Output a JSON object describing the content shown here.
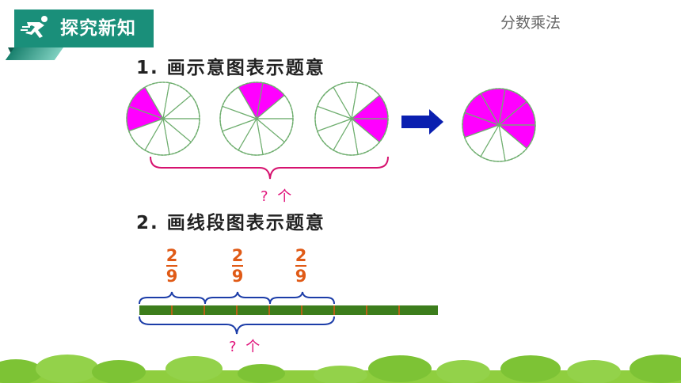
{
  "header": {
    "banner_title": "探究新知",
    "subject": "分数乘法"
  },
  "section1": {
    "heading": "1.  画示意图表示题意",
    "question_label": "? 个",
    "pies": [
      {
        "slices": 9,
        "highlighted": 2
      },
      {
        "slices": 9,
        "highlighted": 2
      },
      {
        "slices": 9,
        "highlighted": 2
      }
    ],
    "result_pie": {
      "slices": 9,
      "highlighted": 6
    }
  },
  "section2": {
    "heading": "2.  画线段图表示题意",
    "question_label": "? 个",
    "fractions": [
      {
        "numerator": "2",
        "denominator": "9"
      },
      {
        "numerator": "2",
        "denominator": "9"
      },
      {
        "numerator": "2",
        "denominator": "9"
      }
    ],
    "segments_total": 9,
    "segments_covered": 6
  },
  "colors": {
    "highlight": "#ff00ff",
    "pie_stroke": "#6fae6f",
    "banner": "#1a8f7a",
    "arrow": "#0a1fb0",
    "brace": "#d6126f",
    "fraction": "#e05a16",
    "line_bar": "#3c7d1c",
    "grass": "#8fce3f"
  }
}
